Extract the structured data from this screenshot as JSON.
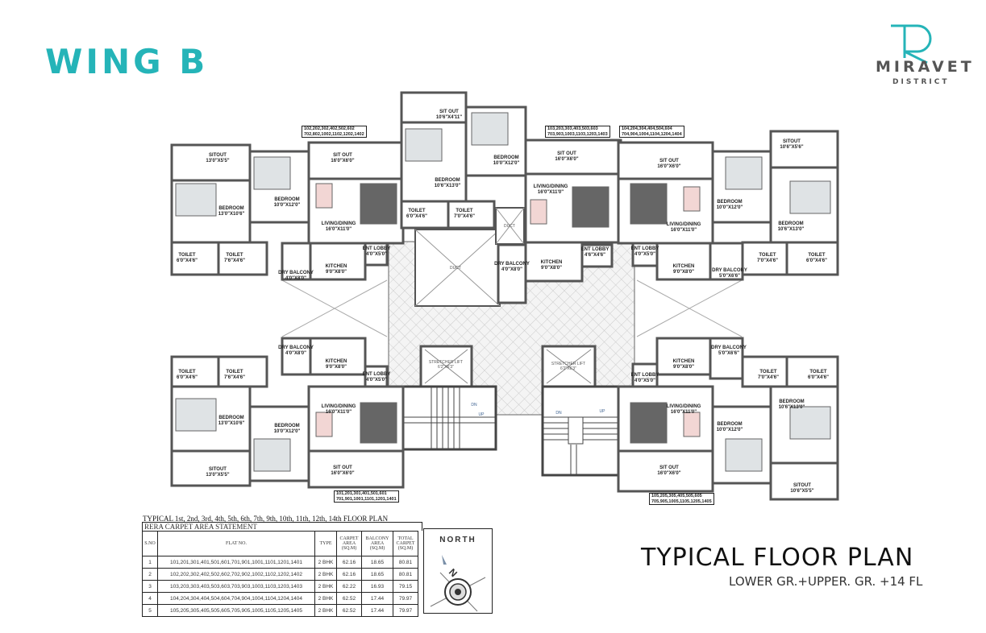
{
  "header": {
    "wing": "WING B"
  },
  "logo": {
    "name": "MIRAVET",
    "sub": "DISTRICT",
    "mark": "R",
    "color": "#25b4b8"
  },
  "title": {
    "main": "TYPICAL FLOOR PLAN",
    "sub": "LOWER GR.+UPPER. GR. +14 FL"
  },
  "flats": {
    "f102": {
      "tag": [
        "102,202,302,402,502,602",
        "702,802,1002,1102,1202,1402"
      ],
      "rooms": [
        {
          "name": "SITOUT",
          "size": "13'0\"X5'5\""
        },
        {
          "name": "BEDROOM",
          "size": "13'0\"X10'6\""
        },
        {
          "name": "BEDROOM",
          "size": "10'0\"X12'0\""
        },
        {
          "name": "SIT OUT",
          "size": "16'0\"X6'0\""
        },
        {
          "name": "LIVING/DINING",
          "size": "16'0\"X11'0\""
        },
        {
          "name": "TOILET",
          "size": "6'0\"X4'6\""
        },
        {
          "name": "TOILET",
          "size": "7'6\"X4'6\""
        },
        {
          "name": "DRY BALCONY",
          "size": "4'0\"X8'0\""
        },
        {
          "name": "KITCHEN",
          "size": "9'0\"X8'0\""
        },
        {
          "name": "ENT LOBBY",
          "size": "4'0\"X5'0\""
        }
      ]
    },
    "f103": {
      "tag": [
        "103,203,303,403,503,603",
        "703,903,1003,1103,1203,1403"
      ],
      "rooms": [
        {
          "name": "SIT OUT",
          "size": "10'6\"X4'11\""
        },
        {
          "name": "BEDROOM",
          "size": "10'6\"X13'0\""
        },
        {
          "name": "BEDROOM",
          "size": "10'0\"X12'0\""
        },
        {
          "name": "SIT OUT",
          "size": "16'0\"X6'0\""
        },
        {
          "name": "LIVING/DINING",
          "size": "16'0\"X11'0\""
        },
        {
          "name": "TOILET",
          "size": "6'0\"X4'6\""
        },
        {
          "name": "TOILET",
          "size": "7'0\"X4'6\""
        },
        {
          "name": "DRY BALCONY",
          "size": "4'0\"X8'0\""
        },
        {
          "name": "KITCHEN",
          "size": "9'0\"X8'0\""
        },
        {
          "name": "ENT LOBBY",
          "size": "4'6\"X4'6\""
        }
      ]
    },
    "f104": {
      "tag": [
        "104,204,304,404,504,604",
        "704,904,1004,1104,1204,1404"
      ],
      "rooms": [
        {
          "name": "SIT OUT",
          "size": "16'0\"X6'0\""
        },
        {
          "name": "LIVING/DINING",
          "size": "16'0\"X11'0\""
        },
        {
          "name": "BEDROOM",
          "size": "10'0\"X12'0\""
        },
        {
          "name": "SITOUT",
          "size": "10'6\"X5'6\""
        },
        {
          "name": "BEDROOM",
          "size": "10'6\"X13'0\""
        },
        {
          "name": "ENT LOBBY",
          "size": "4'0\"X5'0\""
        },
        {
          "name": "KITCHEN",
          "size": "9'0\"X8'0\""
        },
        {
          "name": "DRY BALCONY",
          "size": "5'0\"X6'6\""
        },
        {
          "name": "TOILET",
          "size": "7'0\"X4'6\""
        },
        {
          "name": "TOILET",
          "size": "6'0\"X4'6\""
        }
      ]
    },
    "f101": {
      "tag": [
        "101,201,301,401,501,601",
        "701,901,1001,1101,1201,1401"
      ],
      "rooms": [
        {
          "name": "DRY BALCONY",
          "size": "4'0\"X8'0\""
        },
        {
          "name": "KITCHEN",
          "size": "9'0\"X8'0\""
        },
        {
          "name": "ENT LOBBY",
          "size": "4'0\"X5'0\""
        },
        {
          "name": "TOILET",
          "size": "6'0\"X4'6\""
        },
        {
          "name": "TOILET",
          "size": "7'6\"X4'6\""
        },
        {
          "name": "LIVING/DINING",
          "size": "16'0\"X11'0\""
        },
        {
          "name": "BEDROOM",
          "size": "13'0\"X10'6\""
        },
        {
          "name": "BEDROOM",
          "size": "10'0\"X12'0\""
        },
        {
          "name": "SITOUT",
          "size": "13'0\"X5'5\""
        },
        {
          "name": "SIT OUT",
          "size": "16'0\"X6'0\""
        }
      ]
    },
    "f105": {
      "tag": [
        "105,205,305,405,505,605",
        "705,905,1005,1105,1205,1405"
      ],
      "rooms": [
        {
          "name": "KITCHEN",
          "size": "9'0\"X8'0\""
        },
        {
          "name": "DRY BALCONY",
          "size": "5'0\"X6'6\""
        },
        {
          "name": "ENT LOBBY",
          "size": "4'0\"X5'0\""
        },
        {
          "name": "TOILET",
          "size": "7'0\"X4'6\""
        },
        {
          "name": "TOILET",
          "size": "6'0\"X4'6\""
        },
        {
          "name": "LIVING/DINING",
          "size": "16'0\"X11'0\""
        },
        {
          "name": "BEDROOM",
          "size": "10'6\"X13'0\""
        },
        {
          "name": "BEDROOM",
          "size": "10'0\"X12'0\""
        },
        {
          "name": "SIT OUT",
          "size": "16'0\"X6'0\""
        },
        {
          "name": "SITOUT",
          "size": "10'6\"X5'5\""
        }
      ]
    }
  },
  "core": {
    "duct": "DUCT",
    "lift_name": "STRETCHER LIFT",
    "lift_size": "6'2\"X6'3\"",
    "dn": "DN",
    "up": "UP"
  },
  "table": {
    "heading": "TYPICAL 1st, 2nd, 3rd, 4th, 5th, 6th, 7th, 9th, 10th, 11th, 12th, 14th  FLOOR PLAN",
    "caption": "RERA CARPET AREA STATEMENT",
    "columns": [
      "S.NO",
      "FLAT NO.",
      "TYPE",
      "CARPET AREA (SQ.M)",
      "BALCONY AREA (SQ.M)",
      "TOTAL CARPET (SQ.M)"
    ],
    "rows": [
      [
        "1",
        "101,201,301,401,501,601,701,901,1001,1101,1201,1401",
        "2 BHK",
        "62.16",
        "18.65",
        "80.81"
      ],
      [
        "2",
        "102,202,302,402,502,602,702,902,1002,1102,1202,1402",
        "2 BHK",
        "62.16",
        "18.65",
        "80.81"
      ],
      [
        "3",
        "103,203,303,403,503,603,703,903,1003,1103,1203,1403",
        "2 BHK",
        "62.22",
        "16.93",
        "79.15"
      ],
      [
        "4",
        "104,204,304,404,504,604,704,904,1004,1104,1204,1404",
        "2 BHK",
        "62.52",
        "17.44",
        "79.97"
      ],
      [
        "5",
        "105,205,305,405,505,605,705,905,1005,1105,1205,1405",
        "2 BHK",
        "62.52",
        "17.44",
        "79.97"
      ]
    ]
  },
  "compass": {
    "label": "NORTH",
    "letter": "N"
  }
}
